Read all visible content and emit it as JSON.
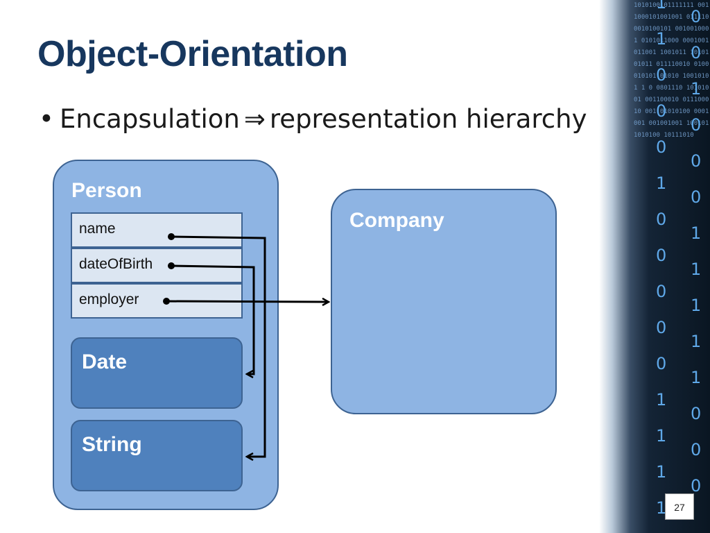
{
  "slide": {
    "title": "Object-Orientation",
    "bullet": {
      "text_before": "Encapsulation",
      "arrow_symbol": "⇒",
      "text_after": "representation hierarchy"
    },
    "page_number": "27"
  },
  "diagram": {
    "person": {
      "label": "Person",
      "fields": [
        "name",
        "dateOfBirth",
        "employer"
      ],
      "inner_boxes": [
        "Date",
        "String"
      ]
    },
    "company": {
      "label": "Company"
    },
    "connections": [
      {
        "from": "name",
        "to": "String"
      },
      {
        "from": "dateOfBirth",
        "to": "Date"
      },
      {
        "from": "employer",
        "to": "Company"
      }
    ],
    "colors": {
      "outer_box": "#8eb4e3",
      "inner_box": "#4f81bd",
      "field_bg": "#dce6f2",
      "border": "#3d6392",
      "title": "#17375e"
    }
  },
  "decoration": {
    "background_text": "1010100101111111 0011000101001001 0111100010100101 0010010001 0101011000 0001001 011001 1001011 1010101011 011110010 0100010101 01010 1001010 1 1 0 0801110 10101001 001100010 011100010 001 01010100 0001001 001001001 100101 1010100 10111010",
    "digits": [
      "1",
      "0",
      "1",
      "0",
      "0",
      "1",
      "0",
      "0",
      "0",
      "0",
      "1",
      "0",
      "0",
      "1",
      "0",
      "1",
      "0",
      "1",
      "0",
      "1",
      "0",
      "1",
      "1",
      "0",
      "1",
      "0",
      "1",
      "0",
      "1"
    ]
  }
}
